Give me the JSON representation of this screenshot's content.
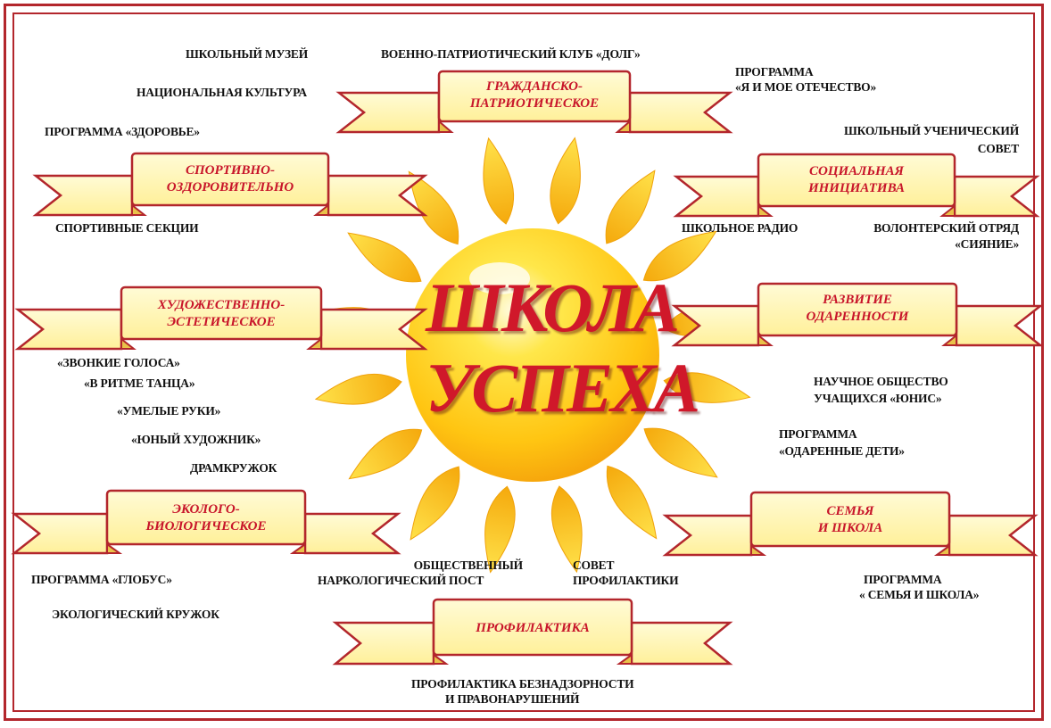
{
  "center": {
    "line1": "ШКОЛА",
    "line2": "УСПЕХА"
  },
  "banners": {
    "civic": {
      "line1": "ГРАЖДАНСКО-",
      "line2": "ПАТРИОТИЧЕСКОЕ"
    },
    "sport": {
      "line1": "СПОРТИВНО-",
      "line2": "ОЗДОРОВИТЕЛЬНО"
    },
    "social": {
      "line1": "СОЦИАЛЬНАЯ",
      "line2": "ИНИЦИАТИВА"
    },
    "art": {
      "line1": "ХУДОЖЕСТВЕННО-",
      "line2": "ЭСТЕТИЧЕСКОЕ"
    },
    "gifted": {
      "line1": "РАЗВИТИЕ",
      "line2": "ОДАРЕННОСТИ"
    },
    "eco": {
      "line1": "ЭКОЛОГО-",
      "line2": "БИОЛОГИЧЕСКОЕ"
    },
    "family": {
      "line1": "СЕМЬЯ",
      "line2": "И ШКОЛА"
    },
    "prevent": {
      "line1": "ПРОФИЛАКТИКА"
    }
  },
  "labels": {
    "museum": "ШКОЛЬНЫЙ МУЗЕЙ",
    "club": "ВОЕННО-ПАТРИОТИЧЕСКИЙ КЛУБ «ДОЛГ»",
    "fatherland1": "ПРОГРАММА",
    "fatherland2": "«Я И МОЕ ОТЕЧЕСТВО»",
    "culture": "НАЦИОНАЛЬНАЯ КУЛЬТУРА",
    "health": "ПРОГРАММА «ЗДОРОВЬЕ»",
    "council1": "ШКОЛЬНЫЙ УЧЕНИЧЕСКИЙ",
    "council2": "СОВЕТ",
    "sections": "СПОРТИВНЫЕ СЕКЦИИ",
    "radio": "ШКОЛЬНОЕ РАДИО",
    "volunteer1": "ВОЛОНТЕРСКИЙ ОТРЯД",
    "volunteer2": "«СИЯНИЕ»",
    "voices": "«ЗВОНКИЕ ГОЛОСА»",
    "dance": "«В РИТМЕ ТАНЦА»",
    "hands": "«УМЕЛЫЕ РУКИ»",
    "artist": "«ЮНЫЙ ХУДОЖНИК»",
    "drama": "ДРАМКРУЖОК",
    "society1": "НАУЧНОЕ ОБЩЕСТВО",
    "society2": "УЧАЩИХСЯ  «ЮНИС»",
    "giftedprog1": "ПРОГРАММА",
    "giftedprog2": "«ОДАРЕННЫЕ ДЕТИ»",
    "globe": "ПРОГРАММА «ГЛОБУС»",
    "ecocircle": "ЭКОЛОГИЧЕСКИЙ КРУЖОК",
    "narco1": "ОБЩЕСТВЕННЫЙ",
    "narco2": "НАРКОЛОГИЧЕСКИЙ ПОСТ",
    "prevcouncil1": "СОВЕТ",
    "prevcouncil2": "ПРОФИЛАКТИКИ",
    "familyprog1": "ПРОГРАММА",
    "familyprog2": "« СЕМЬЯ И ШКОЛА»",
    "neglect1": "ПРОФИЛАКТИКА БЕЗНАДЗОРНОСТИ",
    "neglect2": "И ПРАВОНАРУШЕНИЙ"
  },
  "colors": {
    "frame": "#b3262c",
    "banner_fill": "#fff4a8",
    "banner_stroke": "#b3262c",
    "banner_text": "#c8152a",
    "sun_core": "#fff6c0",
    "sun_mid": "#ffd321",
    "sun_edge": "#f4a60a",
    "title": "#d0182a"
  }
}
